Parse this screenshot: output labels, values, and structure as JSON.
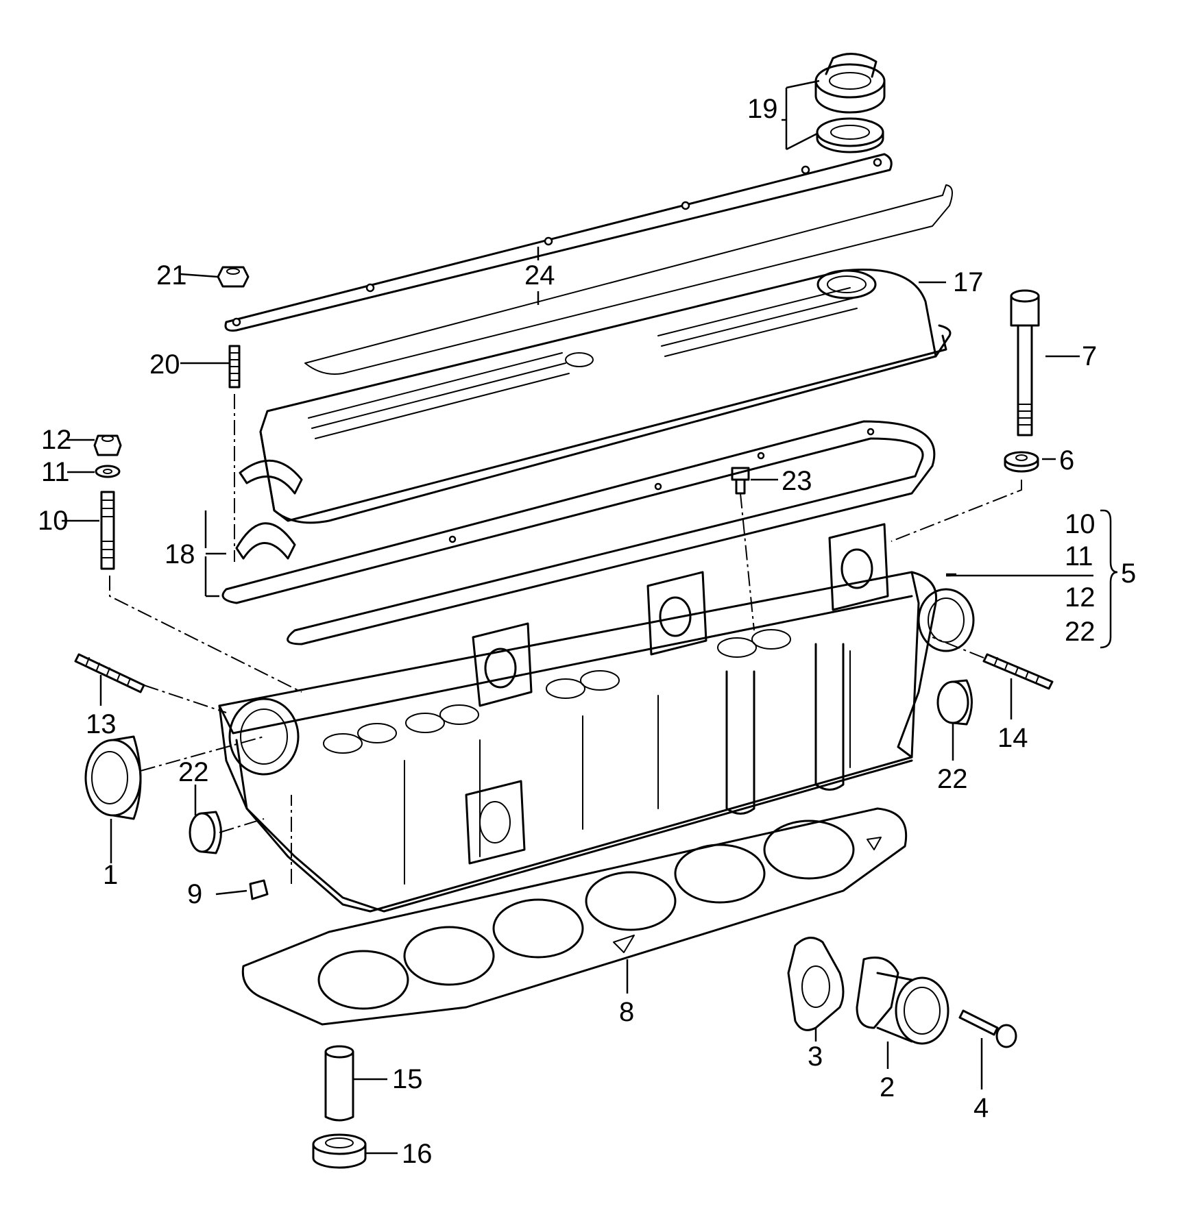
{
  "diagram": {
    "callouts": [
      {
        "id": "c1",
        "label": "1"
      },
      {
        "id": "c2",
        "label": "2"
      },
      {
        "id": "c3",
        "label": "3"
      },
      {
        "id": "c4",
        "label": "4"
      },
      {
        "id": "c5",
        "label": "5"
      },
      {
        "id": "c6",
        "label": "6"
      },
      {
        "id": "c7",
        "label": "7"
      },
      {
        "id": "c8",
        "label": "8"
      },
      {
        "id": "c9",
        "label": "9"
      },
      {
        "id": "c10a",
        "label": "10"
      },
      {
        "id": "c11a",
        "label": "11"
      },
      {
        "id": "c12a",
        "label": "12"
      },
      {
        "id": "c13",
        "label": "13"
      },
      {
        "id": "c14",
        "label": "14"
      },
      {
        "id": "c15",
        "label": "15"
      },
      {
        "id": "c16",
        "label": "16"
      },
      {
        "id": "c17",
        "label": "17"
      },
      {
        "id": "c18",
        "label": "18"
      },
      {
        "id": "c19",
        "label": "19"
      },
      {
        "id": "c20",
        "label": "20"
      },
      {
        "id": "c21",
        "label": "21"
      },
      {
        "id": "c22a",
        "label": "22"
      },
      {
        "id": "c22b",
        "label": "22"
      },
      {
        "id": "c23",
        "label": "23"
      },
      {
        "id": "c24",
        "label": "24"
      },
      {
        "id": "c10b",
        "label": "10"
      },
      {
        "id": "c11b",
        "label": "11"
      },
      {
        "id": "c12b",
        "label": "12"
      },
      {
        "id": "c22c",
        "label": "22"
      }
    ]
  }
}
